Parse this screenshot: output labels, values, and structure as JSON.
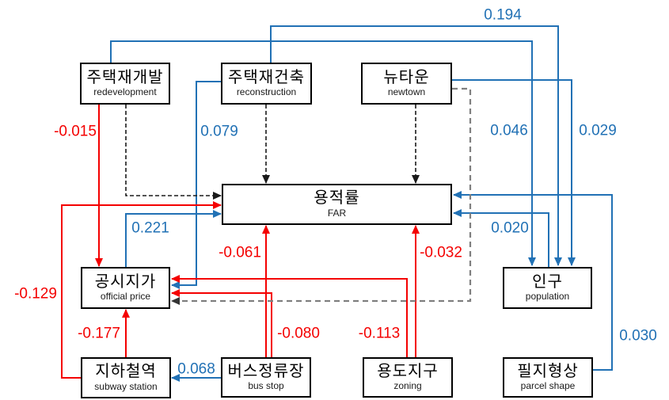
{
  "diagram": {
    "type": "path-model",
    "language": "Korean",
    "colors": {
      "positive_edge": "#2171b5",
      "negative_edge": "#f40000",
      "dashed_edge": "#1a1a1a",
      "dashed_gray_edge": "#7f7f7f",
      "box_border": "#000000",
      "background": "#ffffff"
    },
    "nodes": [
      {
        "id": "redevelopment",
        "label": "주택재개발",
        "sublabel": "redevelopment"
      },
      {
        "id": "reconstruction",
        "label": "주택재건축",
        "sublabel": "reconstruction"
      },
      {
        "id": "newtown",
        "label": "뉴타운",
        "sublabel": "newtown"
      },
      {
        "id": "far",
        "label": "용적률",
        "sublabel": "FAR"
      },
      {
        "id": "official_price",
        "label": "공시지가",
        "sublabel": "official price"
      },
      {
        "id": "population",
        "label": "인구",
        "sublabel": "population"
      },
      {
        "id": "subway_station",
        "label": "지하철역",
        "sublabel": "subway station"
      },
      {
        "id": "bus_stop",
        "label": "버스정류장",
        "sublabel": "bus stop"
      },
      {
        "id": "zoning",
        "label": "용도지구",
        "sublabel": "zoning"
      },
      {
        "id": "parcel_shape",
        "label": "필지형상",
        "sublabel": "parcel shape"
      }
    ],
    "edges": [
      {
        "from": "reconstruction",
        "to": "population",
        "coef": "0.194",
        "sign": "positive",
        "style": "solid"
      },
      {
        "from": "redevelopment",
        "to": "population",
        "coef": "0.046",
        "sign": "positive",
        "style": "solid"
      },
      {
        "from": "newtown",
        "to": "population",
        "coef": "0.029",
        "sign": "positive",
        "style": "solid"
      },
      {
        "from": "reconstruction",
        "to": "official_price",
        "coef": "0.079",
        "sign": "positive",
        "style": "solid"
      },
      {
        "from": "official_price",
        "to": "far",
        "coef": "0.221",
        "sign": "positive",
        "style": "solid"
      },
      {
        "from": "population",
        "to": "far",
        "coef": "0.020",
        "sign": "positive",
        "style": "solid"
      },
      {
        "from": "parcel_shape",
        "to": "far",
        "coef": "0.030",
        "sign": "positive",
        "style": "solid"
      },
      {
        "from": "bus_stop",
        "to": "subway_station",
        "coef": "0.068",
        "sign": "positive",
        "style": "solid"
      },
      {
        "from": "redevelopment",
        "to": "official_price",
        "coef": "-0.015",
        "sign": "negative",
        "style": "solid"
      },
      {
        "from": "subway_station",
        "to": "far",
        "coef": "-0.129",
        "sign": "negative",
        "style": "solid"
      },
      {
        "from": "subway_station",
        "to": "official_price",
        "coef": "-0.177",
        "sign": "negative",
        "style": "solid"
      },
      {
        "from": "bus_stop",
        "to": "far",
        "coef": "-0.061",
        "sign": "negative",
        "style": "solid"
      },
      {
        "from": "bus_stop",
        "to": "official_price",
        "coef": "-0.080",
        "sign": "negative",
        "style": "solid"
      },
      {
        "from": "zoning",
        "to": "official_price",
        "coef": "-0.113",
        "sign": "negative",
        "style": "solid"
      },
      {
        "from": "zoning",
        "to": "far",
        "coef": "-0.032",
        "sign": "negative",
        "style": "solid"
      },
      {
        "from": "redevelopment",
        "to": "far",
        "sign": "none",
        "style": "dashed"
      },
      {
        "from": "reconstruction",
        "to": "far",
        "sign": "none",
        "style": "dashed"
      },
      {
        "from": "newtown",
        "to": "far",
        "sign": "none",
        "style": "dashed"
      },
      {
        "from": "newtown",
        "to": "official_price",
        "sign": "none",
        "style": "dashed-gray"
      }
    ]
  }
}
